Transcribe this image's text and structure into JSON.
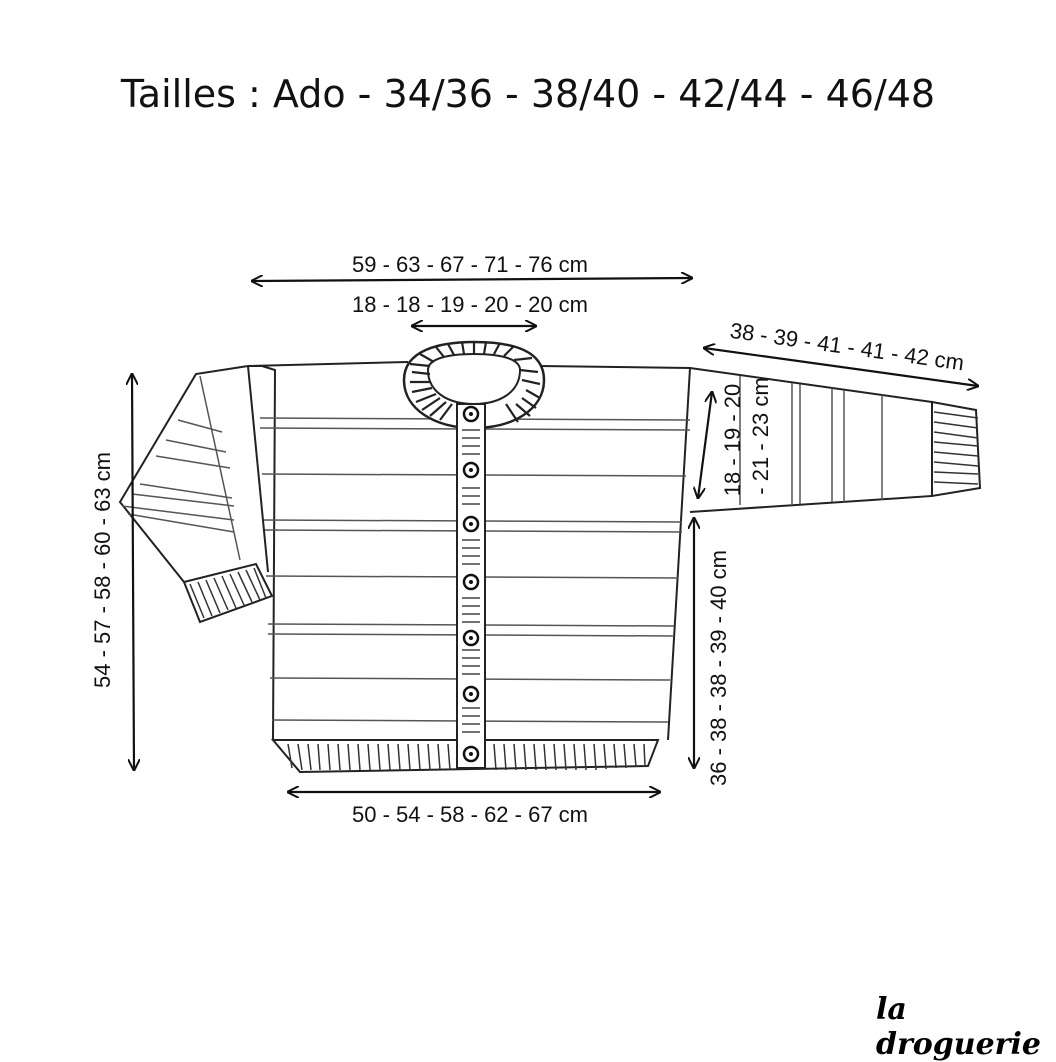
{
  "title": "Tailles : Ado - 34/36 - 38/40 - 42/44 - 46/48",
  "measurements": {
    "chest_width": "59 - 63 - 67 - 71 - 76 cm",
    "neck_width": "18 - 18 - 19 - 20 - 20 cm",
    "sleeve_length": "38 - 39 - 41 - 41 - 42 cm",
    "armhole_depth": "18 - 19 - 20",
    "sleeve_width": "- 21 - 23 cm",
    "total_length": "54 - 57 - 58 - 60 - 63 cm",
    "side_length": "36 - 38 - 38 - 39 - 40 cm",
    "hem_width": "50 - 54 - 58 - 62 - 67 cm"
  },
  "brand": "la droguerie"
}
